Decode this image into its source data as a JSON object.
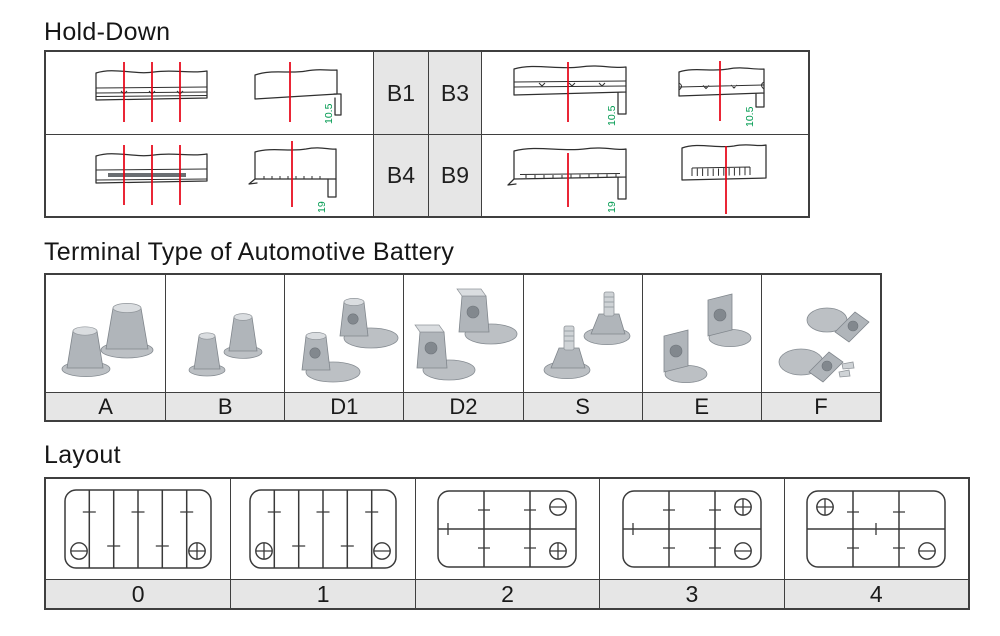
{
  "document": {
    "background": "#ffffff"
  },
  "colors": {
    "table_border": "#3f3f3f",
    "cell_gray": "#e6e6e6",
    "drawing_line": "#2f2f2f",
    "centerline_red": "#e60012",
    "dimension_green": "#009a50",
    "metal_gray": "#b5b9bd"
  },
  "hold_down": {
    "title": "Hold-Down",
    "rows": [
      {
        "codes": [
          "B1",
          "B3"
        ],
        "dim": "10.5"
      },
      {
        "codes": [
          "B4",
          "B9"
        ],
        "dim": "19"
      }
    ]
  },
  "terminals": {
    "title": "Terminal Type of Automotive Battery",
    "types": [
      {
        "label": "A"
      },
      {
        "label": "B"
      },
      {
        "label": "D1"
      },
      {
        "label": "D2"
      },
      {
        "label": "S"
      },
      {
        "label": "E"
      },
      {
        "label": "F"
      }
    ]
  },
  "layouts": {
    "title": "Layout",
    "items": [
      {
        "label": "0",
        "grid": "6 cells in a row",
        "negative": "bottom-left",
        "positive": "bottom-right"
      },
      {
        "label": "1",
        "grid": "6 cells in a row",
        "positive": "bottom-left",
        "negative": "bottom-right"
      },
      {
        "label": "2",
        "grid": "3x2 cells",
        "negative": "top-right",
        "positive": "bottom-right"
      },
      {
        "label": "3",
        "grid": "3x2 cells",
        "positive": "top-right",
        "negative": "bottom-right"
      },
      {
        "label": "4",
        "grid": "3x2 cells",
        "positive": "top-left",
        "negative": "bottom-right"
      }
    ]
  }
}
